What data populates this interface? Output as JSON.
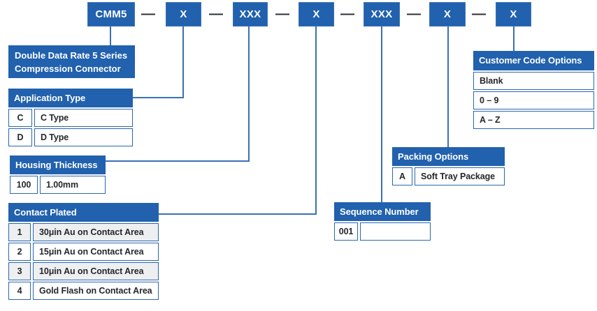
{
  "part_code": {
    "separator": "—",
    "boxes": [
      "CMM5",
      "X",
      "XXX",
      "X",
      "XXX",
      "X",
      "X"
    ]
  },
  "series_description": {
    "lines": [
      "Double Data Rate 5 Series",
      "Compression Connector"
    ]
  },
  "application_type": {
    "title": "Application Type",
    "rows": [
      {
        "code": "C",
        "desc": "C Type"
      },
      {
        "code": "D",
        "desc": "D Type"
      }
    ]
  },
  "housing_thickness": {
    "title": "Housing Thickness",
    "rows": [
      {
        "code": "100",
        "desc": "1.00mm"
      }
    ]
  },
  "contact_plated": {
    "title": "Contact Plated",
    "rows": [
      {
        "code": "1",
        "desc": "30μin Au on Contact Area"
      },
      {
        "code": "2",
        "desc": "15μin Au on Contact Area"
      },
      {
        "code": "3",
        "desc": "10μin Au on Contact Area"
      },
      {
        "code": "4",
        "desc": "Gold Flash on Contact Area"
      }
    ]
  },
  "sequence_number": {
    "title": "Sequence Number",
    "rows": [
      {
        "code": "001",
        "desc": ""
      }
    ]
  },
  "packing_options": {
    "title": "Packing Options",
    "rows": [
      {
        "code": "A",
        "desc": "Soft Tray Package"
      }
    ]
  },
  "customer_code_options": {
    "title": "Customer Code Options",
    "rows": [
      {
        "label": "Blank"
      },
      {
        "label": "0 – 9"
      },
      {
        "label": "A – Z"
      }
    ]
  },
  "colors": {
    "primary_blue": "#2161ae",
    "connector_blue": "#3a70b5",
    "row_alt_gray": "#edeff0",
    "text_dark": "#24272c",
    "dash_dark": "#2c3036"
  }
}
